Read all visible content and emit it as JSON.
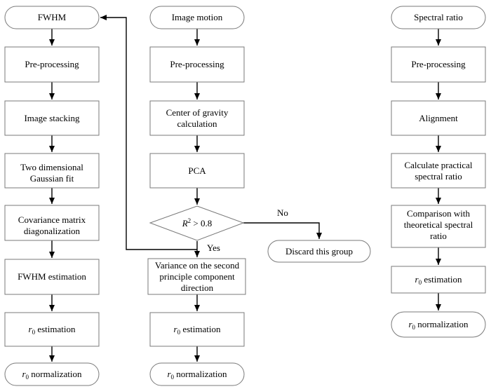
{
  "columns": [
    {
      "id": "fwhm",
      "start": "FWHM",
      "steps": [
        "Pre-processing",
        "Image stacking",
        "Two dimensional\nGaussian fit",
        "Covariance matrix\ndiagonalization",
        "FWHM estimation"
      ],
      "estimation": {
        "symbol": "r",
        "subscript": "0",
        "text": " estimation"
      },
      "end": {
        "symbol": "r",
        "subscript": "0",
        "text": " normalization"
      }
    },
    {
      "id": "image-motion",
      "start": "Image motion",
      "steps": [
        "Pre-processing",
        "Center of gravity\ncalculation",
        "PCA"
      ],
      "decision": {
        "symbol": "R",
        "superscript": "2",
        "text": " > 0.8",
        "no_label": "No",
        "yes_label": "Yes"
      },
      "discard": "Discard this group",
      "after_decision": "Variance on the second\nprinciple component\ndirection",
      "estimation": {
        "symbol": "r",
        "subscript": "0",
        "text": " estimation"
      },
      "end": {
        "symbol": "r",
        "subscript": "0",
        "text": " normalization"
      }
    },
    {
      "id": "spectral-ratio",
      "start": "Spectral ratio",
      "steps": [
        "Pre-processing",
        "Alignment",
        "Calculate practical\nspectral ratio",
        "Comparison with\ntheoretical spectral\nratio"
      ],
      "estimation": {
        "symbol": "r",
        "subscript": "0",
        "text": " estimation"
      },
      "end": {
        "symbol": "r",
        "subscript": "0",
        "text": " normalization"
      }
    }
  ],
  "colors": {
    "node_border": "#7a7a7a",
    "node_fill": "#ffffff",
    "edge": "#000000",
    "text": "#000000"
  }
}
